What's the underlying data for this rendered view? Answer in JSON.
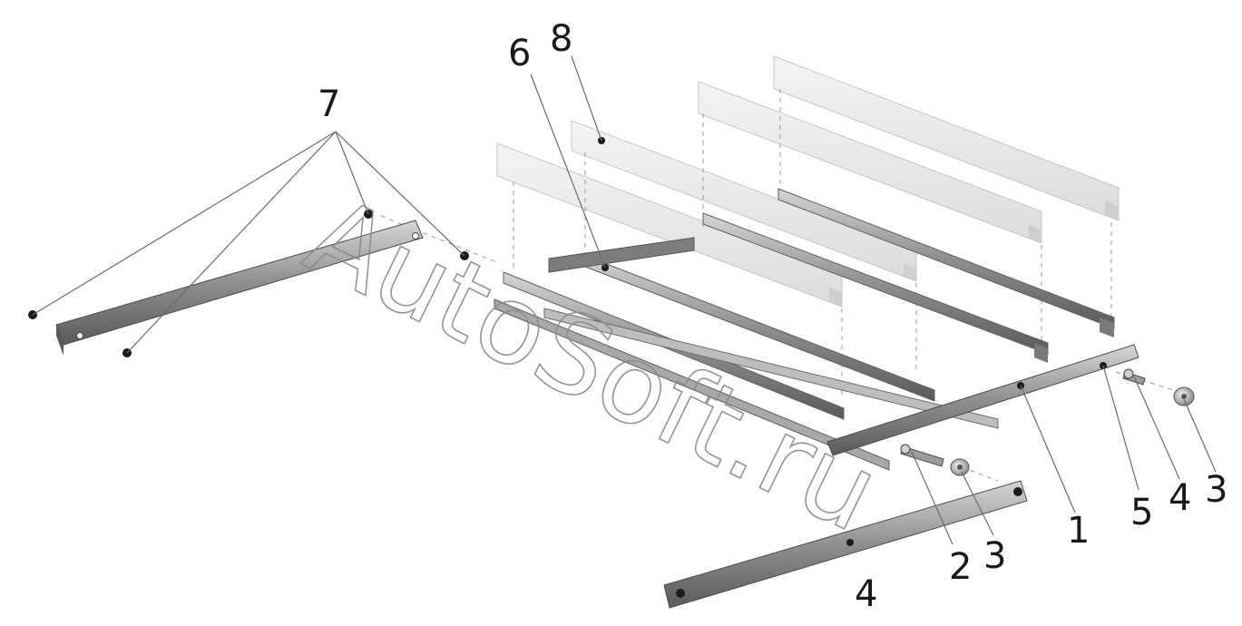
{
  "callouts": {
    "c1": "1",
    "c2": "2",
    "c3a": "3",
    "c3b": "3",
    "c4a": "4",
    "c4b": "4",
    "c5": "5",
    "c6": "6",
    "c7": "7",
    "c8": "8"
  },
  "watermark": "AutoSoft.ru",
  "colors": {
    "steel_dark": "#5f5f5f",
    "steel_mid": "#9c9c9c",
    "steel_light": "#d2d2d2",
    "wood": "#ebebeb",
    "wood_edge": "#c7c7c7",
    "bolt": "#1c1c1c"
  }
}
